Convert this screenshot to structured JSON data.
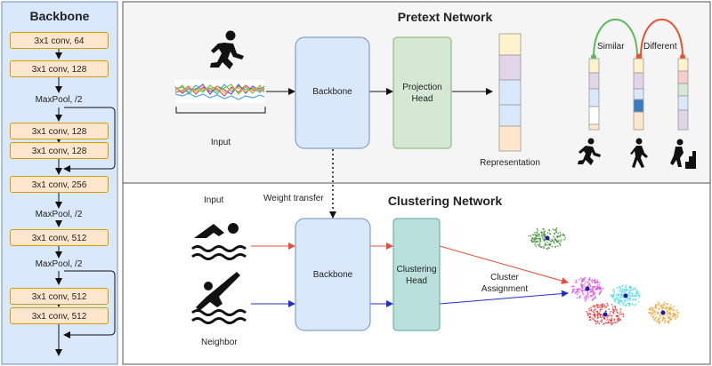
{
  "backbone_panel": {
    "title": "Backbone",
    "layers": [
      {
        "kind": "conv",
        "label": "3x1 conv, 64"
      },
      {
        "kind": "conv",
        "label": "3x1 conv, 128"
      },
      {
        "kind": "pool",
        "label": "MaxPool, /2"
      },
      {
        "kind": "conv",
        "label": "3x1 conv, 128"
      },
      {
        "kind": "conv",
        "label": "3x1 conv, 128"
      },
      {
        "kind": "conv",
        "label": "3x1 conv, 256"
      },
      {
        "kind": "pool",
        "label": "MaxPool, /2"
      },
      {
        "kind": "conv",
        "label": "3x1 conv, 512"
      },
      {
        "kind": "pool",
        "label": "MaxPool, /2"
      },
      {
        "kind": "conv",
        "label": "3x1 conv, 512"
      },
      {
        "kind": "conv",
        "label": "3x1 conv, 512"
      }
    ]
  },
  "pretext": {
    "title": "Pretext Network",
    "input_label": "Input",
    "backbone_label": "Backbone",
    "projection_head_label": "Projection Head",
    "representation_label": "Representation",
    "similar_label": "Similar",
    "different_label": "Different"
  },
  "clustering": {
    "title": "Clustering Network",
    "input_label": "Input",
    "neighbor_label": "Neighbor",
    "backbone_label": "Backbone",
    "clustering_head_label": "Clustering Head",
    "cluster_assignment_label": "Cluster Assignment"
  },
  "weight_transfer_label": "Weight transfer",
  "colors": {
    "backbone_panel_bg": "#dae8fc",
    "backbone_panel_border": "#6c8ebf",
    "conv_fill": "#ffe6cc",
    "conv_border": "#d79b00",
    "pretext_bg": "#f5f5f5",
    "backbone_box_fill": "#dae8fc",
    "projection_head_fill": "#d5e8d4",
    "clustering_head_fill": "#b9e0dc",
    "arrow_red": "#e74c3c",
    "arrow_blue": "#1f2fd0",
    "similar_arc": "#5cb85c",
    "different_arc": "#e8522f",
    "clusters": [
      "#3a8a2e",
      "#e040e8",
      "#40d8e8",
      "#e02a2a",
      "#f0a030"
    ]
  }
}
